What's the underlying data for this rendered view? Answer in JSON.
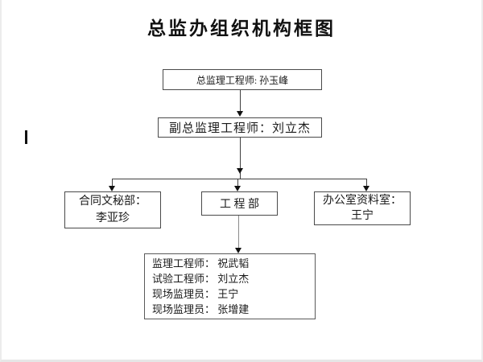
{
  "title": "总监办组织机构框图",
  "org_chart": {
    "level1": {
      "label": "总监理工程师: 孙玉峰"
    },
    "level2": {
      "label": "副总监理工程师：刘立杰"
    },
    "level3": [
      {
        "id": "contract-secretary-dept",
        "lines": [
          "合同文秘部：",
          "李亚珍"
        ]
      },
      {
        "id": "engineering-dept",
        "lines": [
          "工 程 部"
        ]
      },
      {
        "id": "office-archive-room",
        "lines": [
          "办公室资料室：",
          "王宁"
        ]
      }
    ],
    "level4": {
      "lines": [
        "监理工程师： 祝武韬",
        "试验工程师： 刘立杰",
        "现场监理员： 王宁",
        "现场监理员： 张增建"
      ]
    }
  },
  "colors": {
    "background": "#ffffff",
    "box_border": "#4a4a4a",
    "connector": "#3f3f3f",
    "connector_gray": "#8a8a8a",
    "text": "#1a1a1a"
  }
}
